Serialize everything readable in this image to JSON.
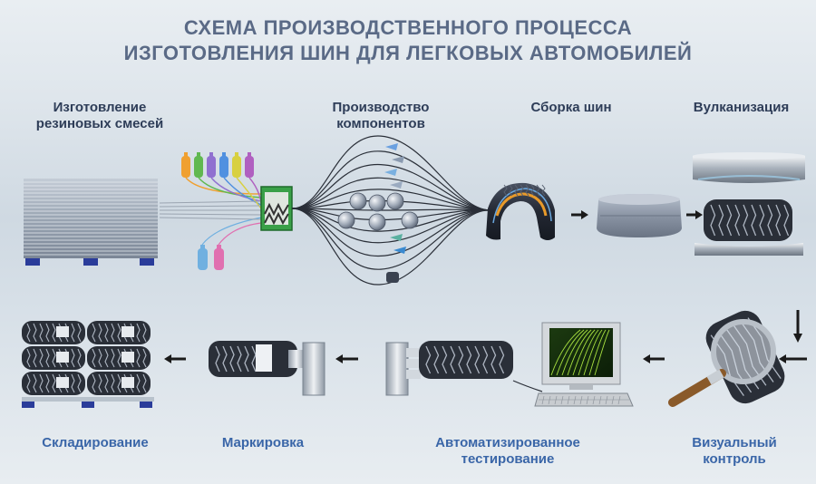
{
  "title": {
    "line1": "СХЕМА ПРОИЗВОДСТВЕННОГО ПРОЦЕССА",
    "line2": "ИЗГОТОВЛЕНИЯ ШИН ДЛЯ ЛЕГКОВЫХ АВТОМОБИЛЕЙ"
  },
  "stages_top": [
    {
      "line1": "Изготовление",
      "line2": "резиновых смесей"
    },
    {
      "line1": "Производство",
      "line2": "компонентов"
    },
    {
      "line1": "Сборка шин",
      "line2": ""
    },
    {
      "line1": "Вулканизация",
      "line2": ""
    }
  ],
  "stages_bottom": [
    {
      "line1": "Складирование",
      "line2": ""
    },
    {
      "line1": "Маркировка",
      "line2": ""
    },
    {
      "line1": "Автоматизированное",
      "line2": "тестирование"
    },
    {
      "line1": "Визуальный",
      "line2": "контроль"
    }
  ],
  "colors": {
    "title": "#5a6a86",
    "top_labels": "#2e3d58",
    "bottom_labels": "#3a66a8",
    "arrow": "#1a1a1a",
    "pallet": "#2a3c9a",
    "mixer": "#3aa048"
  },
  "bottle_colors": [
    "#f0a030",
    "#60b850",
    "#9070d0",
    "#5090e0",
    "#d8d040",
    "#b060c0"
  ],
  "small_bottle_colors": [
    "#70b0e0",
    "#e070b0"
  ],
  "icons": [
    "rubber-stack-icon",
    "mixer-icon",
    "component-bundle-icon",
    "tire-cross-section-icon",
    "green-tire-icon",
    "vulcanizing-press-icon",
    "magnifier-icon",
    "computer-monitor-icon",
    "keyboard-icon",
    "test-machine-icon",
    "marking-machine-icon",
    "tire-warehouse-icon"
  ]
}
